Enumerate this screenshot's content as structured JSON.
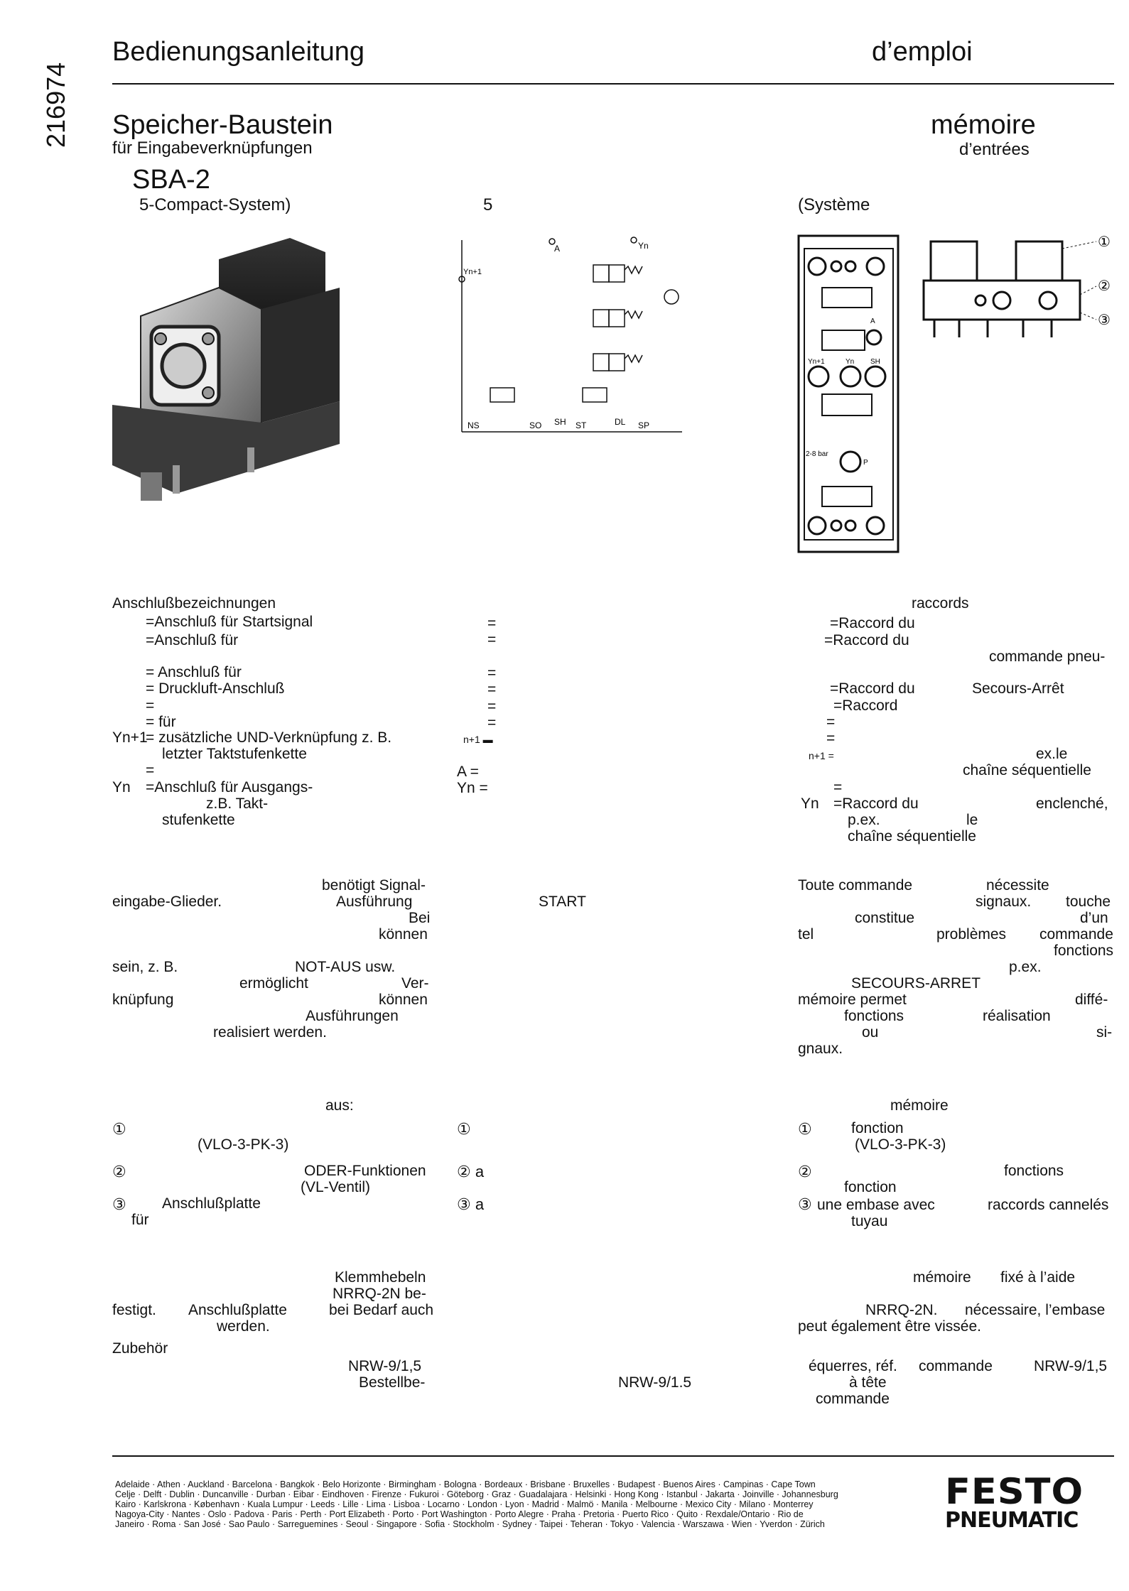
{
  "header": {
    "doc_number": "216974",
    "left_title": "Bedienungsanleitung",
    "right_title": "d’emploi"
  },
  "product": {
    "de_name": "Speicher-Baustein",
    "de_sub": "für Eingabeverknüpfungen",
    "model": "SBA-2",
    "de_system": "5-Compact-System)",
    "mid_number": "5",
    "fr_name": "mémoire",
    "fr_sub": "d’entrées",
    "fr_system": "(Système"
  },
  "schematic": {
    "labels": [
      "A",
      "Yn",
      "Yn+1",
      "NS",
      "SO",
      "SH",
      "ST",
      "DL",
      "SP"
    ]
  },
  "port_diagram": {
    "labels": [
      "Yn+1",
      "Yn",
      "SH",
      "A",
      "2-8 bar",
      "P"
    ],
    "callouts": [
      "①",
      "②",
      "③"
    ]
  },
  "ports": {
    "de_heading": "Anschlußbezeichnungen",
    "de_lines": [
      "=Anschluß für Startsignal",
      "=Anschluß für",
      "= Anschluß für",
      "= Druckluft-Anschluß",
      "=",
      "=          für",
      "= zusätzliche UND-Verknüpfung z. B.",
      "letzter                  Taktstufenkette",
      "=",
      "=Anschluß für                   Ausgangs-",
      "z.B.                                    Takt-",
      "stufenkette"
    ],
    "yn1": "Yn+1",
    "yn": "Yn",
    "mid_lines": [
      "=",
      "=",
      "=",
      "=",
      "=",
      "=",
      "n+1 ▬",
      "A   =",
      "Yn   ="
    ],
    "fr_heading": "raccords",
    "fr_lines": [
      "=Raccord du",
      "=Raccord du",
      "commande pneu-",
      "=Raccord du",
      "Secours-Arrêt",
      "=Raccord",
      "=",
      "=",
      "n+1 =",
      "ex.le",
      "chaîne séquentielle",
      "=",
      "Yn",
      "=Raccord du",
      "enclenché,",
      "p.ex.",
      "le",
      "chaîne séquentielle"
    ]
  },
  "function": {
    "de_lines": [
      "benötigt Signal-",
      "eingabe-Glieder.",
      "Ausführung",
      "Bei",
      "können",
      "sein, z. B.",
      "NOT-AUS usw.",
      "ermöglicht",
      "Ver-",
      "knüpfung",
      "können",
      "Ausführungen",
      "realisiert werden."
    ],
    "mid_start": "START",
    "fr_lines": [
      "Toute commande",
      "nécessite",
      "signaux.",
      "touche",
      "constitue",
      "d’un",
      "tel",
      "problèmes",
      "commande",
      "fonctions",
      "p.ex.",
      "SECOURS-ARRET",
      "mémoire permet",
      "diffé-",
      "fonctions",
      "réalisation",
      "ou",
      "si-",
      "gnaux."
    ]
  },
  "components": {
    "de_intro": "aus:",
    "de_items": [
      {
        "num": "①",
        "text": "(VLO-3-PK-3)"
      },
      {
        "num": "②",
        "text": "ODER-Funktionen",
        "text2": "(VL-Ventil)"
      },
      {
        "num": "③",
        "text": "Anschlußplatte",
        "text2": "für"
      }
    ],
    "mid_items": [
      "①",
      "② a",
      "③ a"
    ],
    "fr_intro": "mémoire",
    "fr_items": [
      {
        "num": "①",
        "text": "fonction",
        "text2": "(VLO-3-PK-3)"
      },
      {
        "num": "②",
        "text": "fonctions",
        "text2": "fonction"
      },
      {
        "num": "③",
        "text": "une embase avec",
        "text2": "raccords cannelés",
        "text3": "tuyau"
      }
    ]
  },
  "mounting": {
    "de_lines": [
      "Klemmhebeln",
      "NRRQ-2N be-",
      "festigt.",
      "Anschlußplatte",
      "bei Bedarf auch",
      "werden.",
      "Zubehör",
      "NRW-9/1,5",
      "Bestellbe-"
    ],
    "mid": "NRW-9/1.5",
    "fr_lines": [
      "mémoire",
      "fixé à l’aide",
      "NRRQ-2N.",
      "nécessaire, l’embase",
      "peut également   être vissée.",
      "équerres, réf.",
      "commande",
      "NRW-9/1,5",
      "à tête",
      "commande"
    ]
  },
  "footer": {
    "cities": [
      "Adelaide · Athen · Auckland · Barcelona · Bangkok · Belo Horizonte · Birmingham · Bologna · Bordeaux · Brisbane · Bruxelles · Budapest · Buenos Aires · Campinas · Cape Town",
      "Celje · Delft · Dublin · Duncanville · Durban · Eibar · Eindhoven · Firenze · Fukuroi · Göteborg · Graz · Guadalajara · Helsinki · Hong Kong · Istanbul · Jakarta · Joinville · Johannesburg",
      "Kairo · Karlskrona · København · Kuala Lumpur · Leeds · Lille · Lima · Lisboa · Locarno · London · Lyon · Madrid · Malmö · Manila · Melbourne · Mexico City · Milano · Monterrey",
      "Nagoya-City · Nantes · Oslo · Padova · Paris · Perth · Port Elizabeth · Porto · Port Washington · Porto Alegre · Praha · Pretoria · Puerto Rico · Quito · Rexdale/Ontario · Rio de",
      "Janeiro · Roma · San José · Sao Paulo · Sarreguemines · Seoul · Singapore · Sofia · Stockholm · Sydney · Taipei · Teheran · Tokyo · Valencia · Warszawa · Wien · Yverdon · Zürich"
    ],
    "brand": "FESTO",
    "brand_sub": "PNEUMATIC"
  }
}
